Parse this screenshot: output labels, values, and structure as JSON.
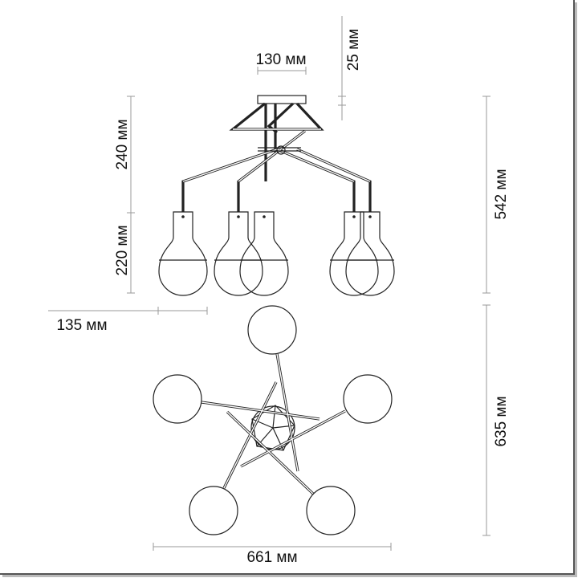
{
  "title": "Chandelier dimension drawing",
  "dimensions": {
    "canopy_width": "130 мм",
    "canopy_height": "25 мм",
    "upper_height": "240 мм",
    "shade_height": "220 мм",
    "total_height": "542 мм",
    "shade_diameter": "135 мм",
    "depth": "635 мм",
    "width": "661 мм"
  }
}
